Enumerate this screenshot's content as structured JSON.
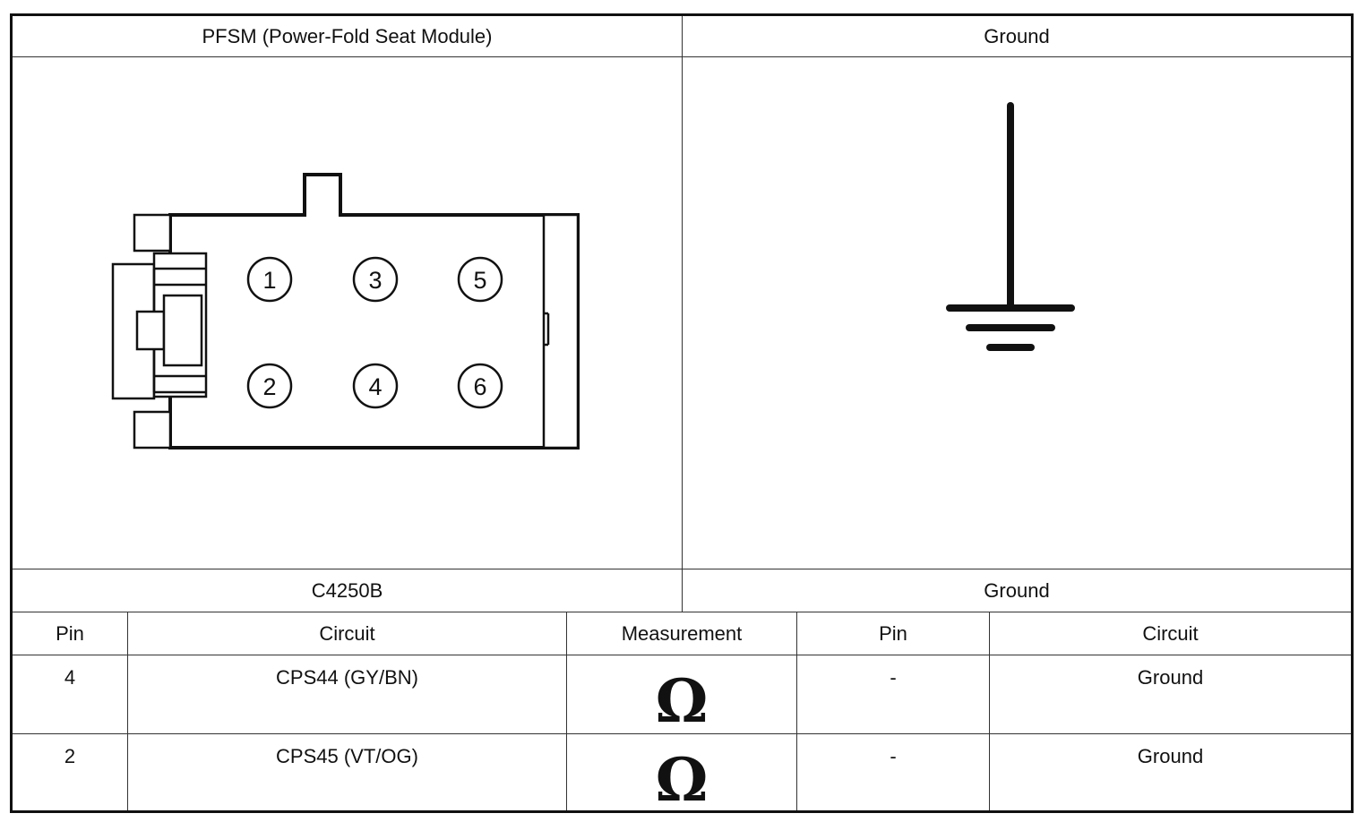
{
  "headers": {
    "left_title": "PFSM (Power-Fold Seat Module)",
    "right_title": "Ground",
    "left_connector": "C4250B",
    "right_connector": "Ground"
  },
  "connector": {
    "pins": [
      "1",
      "2",
      "3",
      "4",
      "5",
      "6"
    ]
  },
  "table": {
    "columns": [
      "Pin",
      "Circuit",
      "Measurement",
      "Pin",
      "Circuit"
    ],
    "rows": [
      {
        "pin": "4",
        "circuit": "CPS44 (GY/BN)",
        "measurement_symbol": "Ω",
        "pin2": "-",
        "circuit2": "Ground"
      },
      {
        "pin": "2",
        "circuit": "CPS45 (VT/OG)",
        "measurement_symbol": "Ω",
        "pin2": "-",
        "circuit2": "Ground"
      }
    ]
  },
  "icons": [
    "connector-diagram",
    "ground-symbol-icon",
    "ohm-icon"
  ]
}
